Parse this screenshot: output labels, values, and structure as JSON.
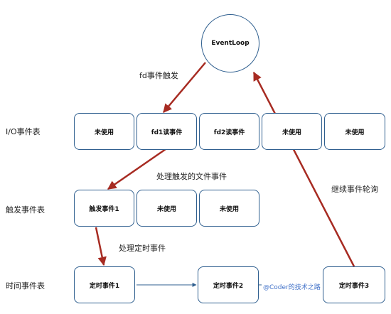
{
  "event_loop": {
    "label": "EventLoop"
  },
  "rows": {
    "io": {
      "label": "I/O事件表",
      "cells": [
        "未使用",
        "fd1读事件",
        "fd2读事件",
        "未使用",
        "未使用"
      ]
    },
    "triggered": {
      "label": "触发事件表",
      "cells": [
        "触发事件1",
        "未使用",
        "未使用"
      ]
    },
    "timer": {
      "label": "时间事件表",
      "cells": [
        "定时事件1",
        "定时事件2",
        "定时事件3"
      ]
    }
  },
  "edge_labels": {
    "fd_trigger": "fd事件触发",
    "handle_file_event": "处理触发的文件事件",
    "handle_timer_event": "处理定时事件",
    "continue_loop": "继续事件轮询"
  },
  "watermark": "@Coder的技术之路",
  "colors": {
    "arrow": "#a72b22",
    "border": "#2f5f8f",
    "link": "#3f70c8"
  }
}
